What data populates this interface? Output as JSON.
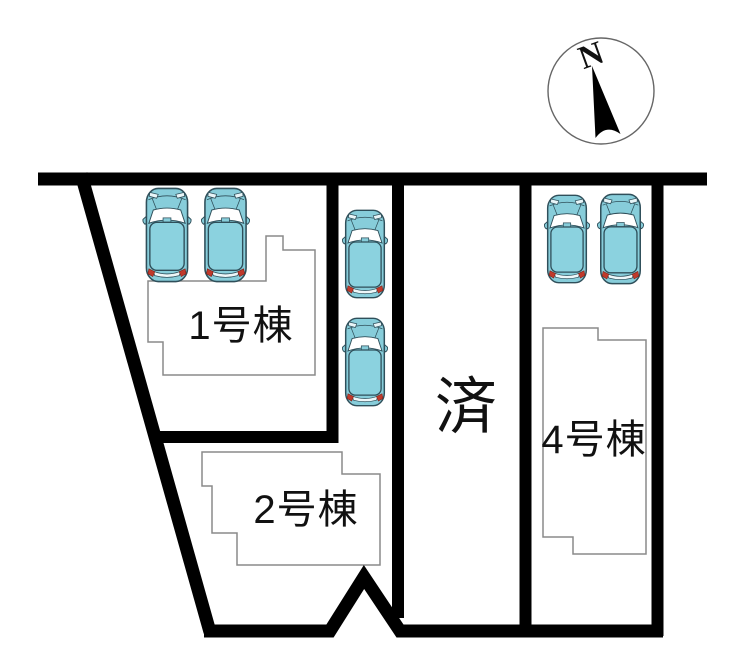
{
  "site_plan": {
    "compass": {
      "label": "N"
    },
    "lots": [
      {
        "building_label": "1号棟"
      },
      {
        "building_label": "2号棟"
      },
      {
        "status_label": "済"
      },
      {
        "building_label": "4号棟"
      }
    ],
    "car_groups": [
      {
        "location": "top-left",
        "count": 2
      },
      {
        "location": "middle-strip",
        "count": 2
      },
      {
        "location": "top-right",
        "count": 2
      }
    ],
    "colors": {
      "boundary": "#000000",
      "building_outline": "#8a8a8a",
      "car_body": "#87cdda",
      "car_roof": "#8bd2df",
      "car_glass": "#ffffff",
      "car_taillight": "#c0392b",
      "background": "#ffffff"
    }
  }
}
